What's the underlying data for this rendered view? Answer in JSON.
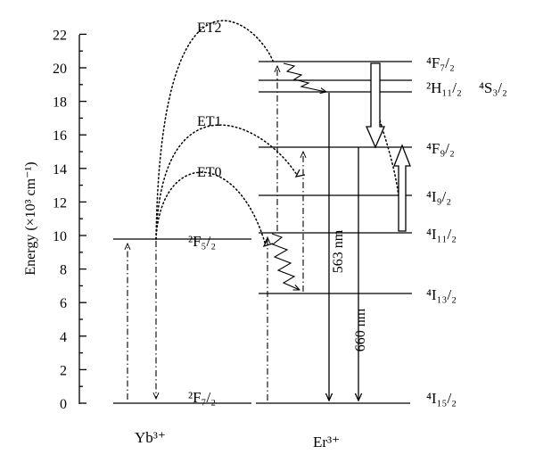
{
  "axis": {
    "ylabel": "Energy (×10³ cm⁻¹)",
    "ticks": [
      "0",
      "2",
      "4",
      "6",
      "8",
      "10",
      "12",
      "14",
      "16",
      "18",
      "20",
      "22"
    ]
  },
  "ions": {
    "yb": "Yb³⁺",
    "er": "Er³⁺"
  },
  "yb_levels": [
    {
      "id": "yb-2f72",
      "label": "²F₇/₂",
      "energy": 0
    },
    {
      "id": "yb-2f52",
      "label": "²F₅/₂",
      "energy": 9.8
    }
  ],
  "er_levels": [
    {
      "id": "er-4i152",
      "label": "⁴I₁₅/₂",
      "energy": 0
    },
    {
      "id": "er-4i132",
      "label": "⁴I₁₃/₂",
      "energy": 6.5
    },
    {
      "id": "er-4i112",
      "label": "⁴I₁₁/₂",
      "energy": 10.2
    },
    {
      "id": "er-4i92",
      "label": "⁴I₉/₂",
      "energy": 12.4
    },
    {
      "id": "er-4f92",
      "label": "⁴F₉/₂",
      "energy": 15.2
    },
    {
      "id": "er-4s32",
      "label": "⁴S₃/₂",
      "energy": 18.5
    },
    {
      "id": "er-2h112",
      "label": "²H₁₁/₂",
      "energy": 19.2
    },
    {
      "id": "er-4f72",
      "label": "⁴F₇/₂",
      "energy": 20.4
    }
  ],
  "transfers": [
    "ET0",
    "ET1",
    "ET2"
  ],
  "emissions": [
    "563 nm",
    "660 nm"
  ]
}
